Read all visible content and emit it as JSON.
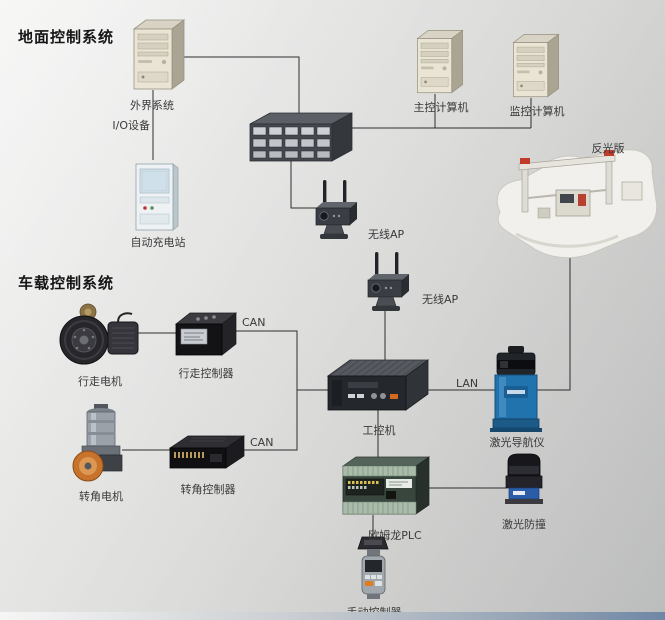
{
  "sections": {
    "ground_title": "地面控制系统",
    "vehicle_title": "车载控制系统"
  },
  "labels": {
    "external_system": "外界系统",
    "io_device": "I/O设备",
    "charging_station": "自动充电站",
    "main_computer": "主控计算机",
    "monitor_computer": "监控计算机",
    "reflector_panel": "反光版",
    "wireless_ap_top": "无线AP",
    "wireless_ap_vehicle": "无线AP",
    "walk_motor": "行走电机",
    "walk_controller": "行走控制器",
    "steer_motor": "转角电机",
    "steer_controller": "转角控制器",
    "industrial_pc": "工控机",
    "laser_navigator": "激光导航仪",
    "omron_plc": "欧姆龙PLC",
    "laser_anticollision": "激光防撞",
    "manual_controller": "手动控制器",
    "can_bus_walk": "CAN",
    "can_bus_steer": "CAN",
    "lan": "LAN"
  },
  "colors": {
    "line": "#2e2e2e",
    "label_text": "#3a3a3a",
    "title_text": "#151515",
    "laser_nav_blue": "#2173ae",
    "plc_terminal_green": "#a9bcab",
    "reflector_red": "#c13b2a",
    "tower_beige": "#e9e4d4",
    "anticollision_base_blue": "#2a5ca8"
  }
}
